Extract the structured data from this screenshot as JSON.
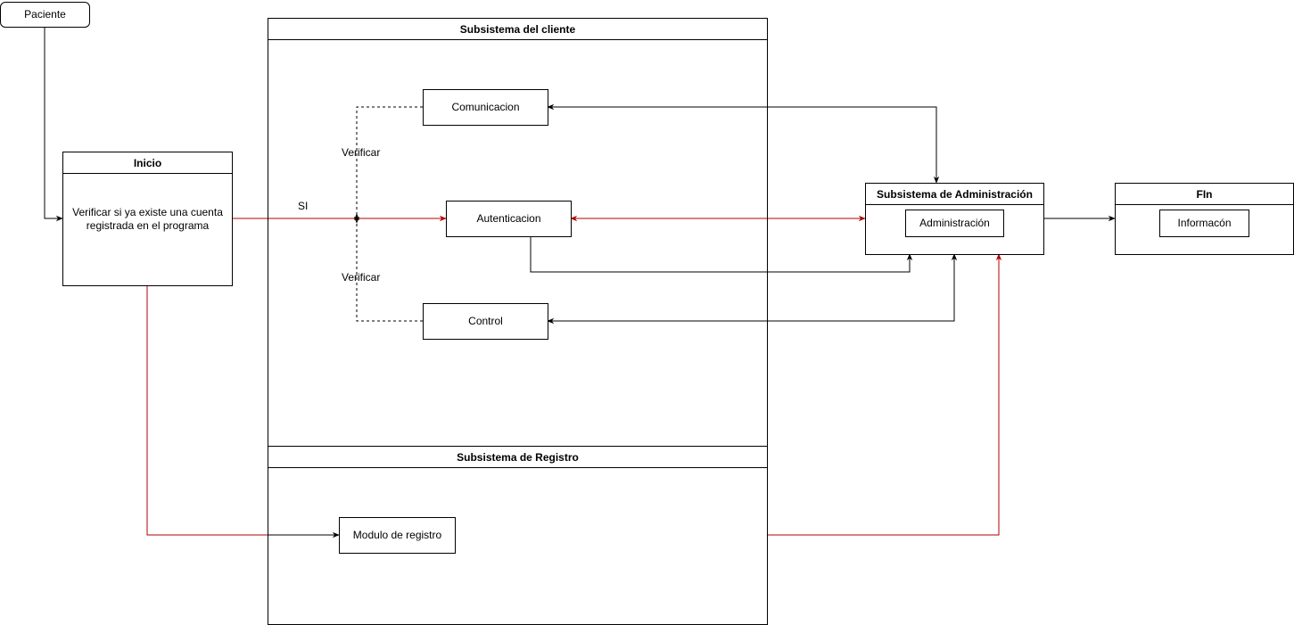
{
  "nodes": {
    "paciente": "Paciente",
    "inicio": {
      "title": "Inicio",
      "body": "Verificar si ya existe una cuenta registrada en el programa"
    },
    "cliente": {
      "title": "Subsistema del cliente"
    },
    "registro": {
      "title": "Subsistema de Registro"
    },
    "comunicacion": "Comunicacion",
    "autenticacion": "Autenticacion",
    "control": "Control",
    "modulo_registro": "Modulo de registro",
    "administracion": {
      "title": "Subsistema de Administración",
      "inner": "Administración"
    },
    "fin": {
      "title": "FIn",
      "inner": "Informacón"
    }
  },
  "edge_labels": {
    "si": "SI",
    "verificar_top": "Verificar",
    "verificar_bottom": "Verificar"
  },
  "colors": {
    "line": "#000000",
    "accent": "#b20000"
  }
}
